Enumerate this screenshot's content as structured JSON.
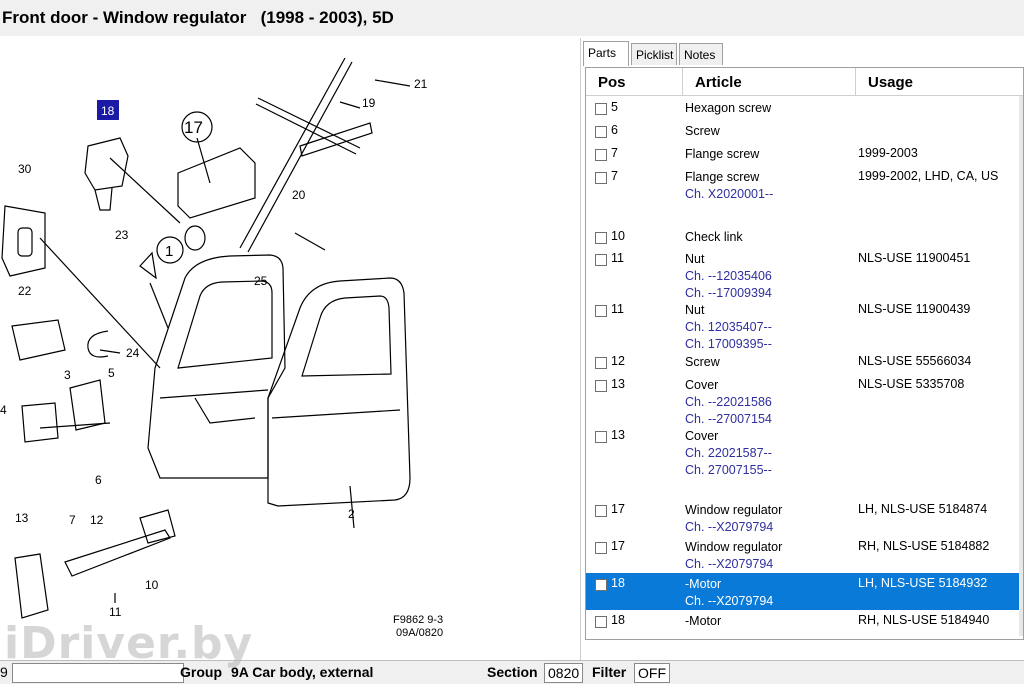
{
  "window": {
    "title": "Front door - Window regulator   (1998 - 2003), 5D"
  },
  "tabs": [
    {
      "label": "Parts"
    },
    {
      "label": "Picklist"
    },
    {
      "label": "Notes"
    }
  ],
  "columns": {
    "pos": "Pos",
    "article": "Article",
    "usage": "Usage"
  },
  "rows": [
    {
      "pos": "5",
      "article": "Hexagon screw",
      "changes": [],
      "usage": ""
    },
    {
      "pos": "6",
      "article": "Screw",
      "changes": [],
      "usage": ""
    },
    {
      "pos": "7",
      "article": "Flange screw",
      "changes": [],
      "usage": "1999-2003"
    },
    {
      "pos": "7",
      "article": "Flange screw",
      "changes": [
        "Ch. X2020001--"
      ],
      "usage": "1999-2002, LHD, CA, US"
    },
    {
      "pos": "10",
      "article": "Check link",
      "changes": [],
      "usage": ""
    },
    {
      "pos": "11",
      "article": "Nut",
      "changes": [
        "Ch. --12035406",
        "Ch. --17009394"
      ],
      "usage": "NLS-USE 11900451"
    },
    {
      "pos": "11",
      "article": "Nut",
      "changes": [
        "Ch. 12035407--",
        "Ch. 17009395--"
      ],
      "usage": "NLS-USE 11900439"
    },
    {
      "pos": "12",
      "article": "Screw",
      "changes": [],
      "usage": "NLS-USE 55566034"
    },
    {
      "pos": "13",
      "article": "Cover",
      "changes": [
        "Ch. --22021586",
        "Ch. --27007154"
      ],
      "usage": "NLS-USE 5335708"
    },
    {
      "pos": "13",
      "article": "Cover",
      "changes": [
        "Ch. 22021587--",
        "Ch. 27007155--"
      ],
      "usage": ""
    },
    {
      "pos": "17",
      "article": "Window regulator",
      "changes": [
        "Ch. --X2079794"
      ],
      "usage": "LH, NLS-USE 5184874"
    },
    {
      "pos": "17",
      "article": "Window regulator",
      "changes": [
        "Ch. --X2079794"
      ],
      "usage": "RH, NLS-USE 5184882"
    },
    {
      "pos": "18",
      "article": "-Motor",
      "changes": [
        "Ch. --X2079794"
      ],
      "usage": "LH, NLS-USE 5184932",
      "selected": true
    },
    {
      "pos": "18",
      "article": "-Motor",
      "changes": [],
      "usage": "RH, NLS-USE 5184940"
    }
  ],
  "diagram": {
    "callouts": [
      "21",
      "19",
      "18",
      "17",
      "30",
      "20",
      "23",
      "1",
      "25",
      "22",
      "24",
      "3",
      "5",
      "4",
      "6",
      "2",
      "13",
      "7",
      "12",
      "10",
      "11"
    ],
    "highlighted": "18",
    "figure_id": "F9862 9-3",
    "figure_ref": "09A/0820"
  },
  "status": {
    "left": "9",
    "group_label": "Group",
    "group_value": "9A Car body, external",
    "section_label": "Section",
    "section_value": "0820",
    "filter_label": "Filter",
    "filter_value": "OFF"
  },
  "watermark": "iDriver.by",
  "colors": {
    "selection": "#0a7ad9",
    "change_text": "#2f2fa0",
    "highlight_callout": "#1a1aa6"
  }
}
